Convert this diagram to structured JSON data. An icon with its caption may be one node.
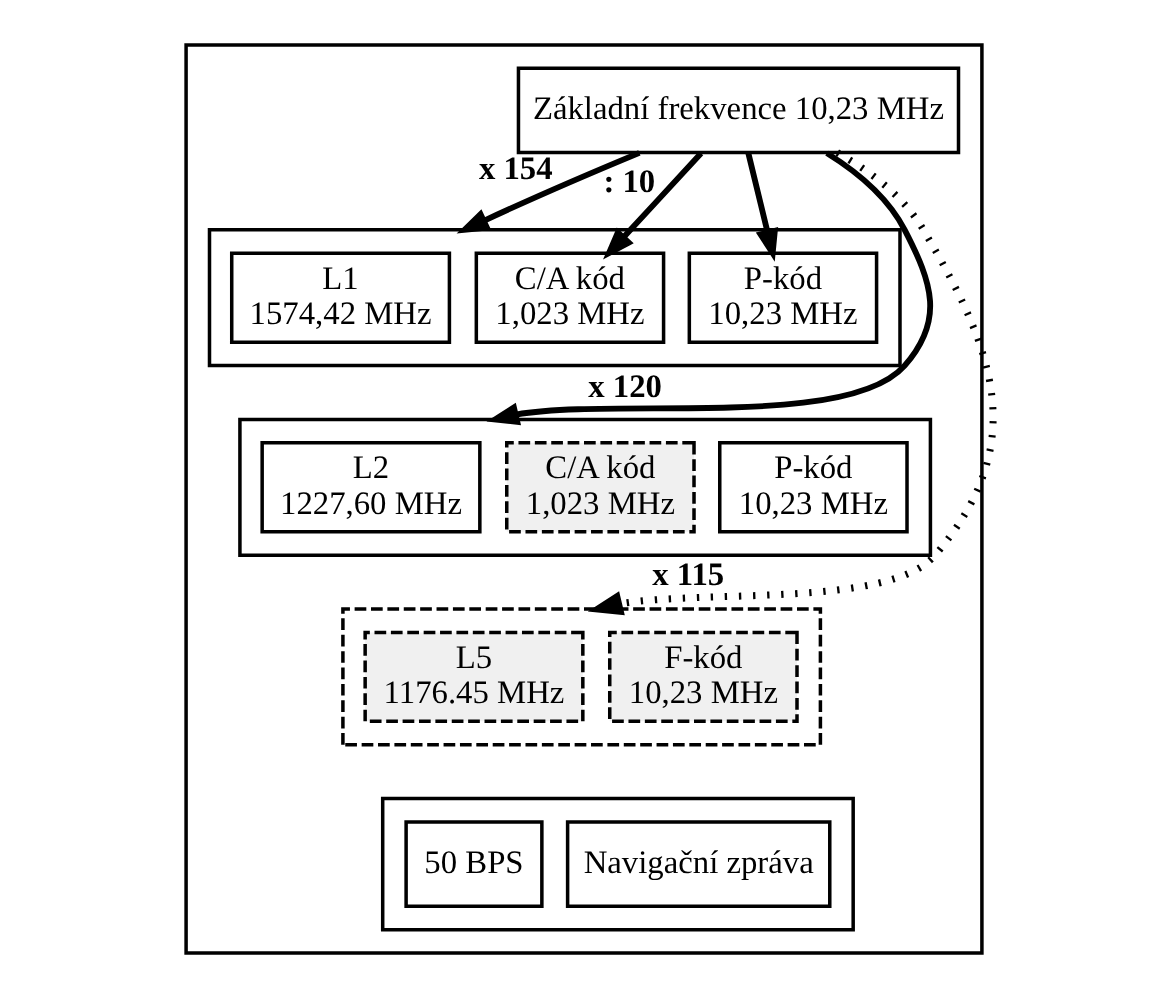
{
  "diagram": {
    "nodes": [
      {
        "text": [],
        "shape": "box"
      },
      {
        "text": [
          "Základní frekvence 10,23 MHz"
        ],
        "in": 0
      },
      {
        "text": [],
        "shape": "box",
        "in": 0
      },
      {
        "text": [
          "L1",
          "1574,42 MHz"
        ],
        "in": 2
      },
      {
        "text": [
          "C/A kód",
          "1,023 MHz"
        ],
        "in": 2
      },
      {
        "text": [
          "P-kód",
          "10,23 MHz"
        ],
        "in": 2
      },
      {
        "text": [],
        "shape": "box",
        "in": 0
      },
      {
        "text": [
          "L2",
          "1227,60 MHz"
        ],
        "in": 6
      },
      {
        "text": [
          "C/A kód",
          "1,023 MHz"
        ],
        "in": 6
      },
      {
        "text": [
          "P-kód",
          "10,23 MHz"
        ],
        "in": 6
      },
      {
        "text": [],
        "shape": "box",
        "in": 0
      },
      {
        "text": [
          "L5",
          "1176.45 MHz"
        ],
        "in": 10
      },
      {
        "text": [
          "F-kód",
          "10,23 MHz"
        ],
        "in": 10
      },
      {
        "text": [],
        "shape": "box",
        "in": 0
      },
      {
        "text": [
          "50 BPS"
        ],
        "in": 13
      },
      {
        "text": [
          "Navigační zpráva"
        ],
        "in": 13
      }
    ],
    "edges": [
      {
        "from": 1,
        "to": 2,
        "arrow": "to",
        "label": "x 154"
      },
      {
        "from": 1,
        "to": 4,
        "arrow": "to",
        "label": ": 10"
      },
      {
        "from": 1,
        "to": 5,
        "arrow": "to"
      },
      {
        "from": 1,
        "to": 6,
        "arrow": "to",
        "label": "x 120"
      },
      {
        "from": 1,
        "to": 10,
        "arrow": "to",
        "label": "x 115",
        "style": "dashed"
      }
    ]
  }
}
